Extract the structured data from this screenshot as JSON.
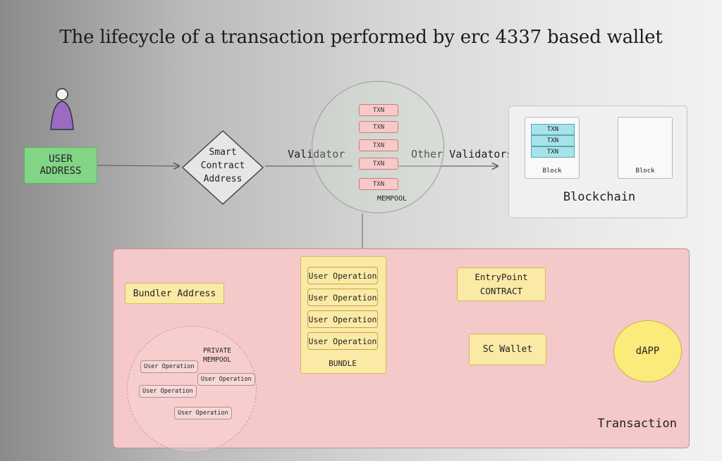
{
  "title": "The lifecycle of a transaction performed by erc 4337 based wallet",
  "nodes": {
    "user_address": "USER\nADDRESS",
    "smart_contract": "Smart\nContract\nAddress",
    "mempool_label": "MEMPOOL",
    "mempool_txns": [
      "TXN",
      "TXN",
      "TXN",
      "TXN",
      "TXN"
    ],
    "block_txns": [
      "TXN",
      "TXN",
      "TXN"
    ],
    "block1_label": "Block",
    "block2_label": "Block",
    "blockchain_label": "Blockchain",
    "bundler_address": "Bundler Address",
    "private_mempool_label": "PRIVATE\nMEMPOOL",
    "private_ops": [
      "User Operation",
      "User Operation",
      "User Operation",
      "User Operation"
    ],
    "bundle_ops": [
      "User Operation",
      "User Operation",
      "User Operation",
      "User Operation"
    ],
    "bundle_label": "BUNDLE",
    "entrypoint": "EntryPoint\nCONTRACT",
    "sc_wallet": "SC Wallet",
    "dapp": "dAPP",
    "transaction_label": "Transaction"
  },
  "edges": {
    "validator_label": "Validator",
    "other_validators_label": "Other Validators"
  },
  "colors": {
    "user_box": "#82d486",
    "txn_fill": "#f7c9c9",
    "block_txn_fill": "#a6e3ea",
    "transaction_panel": "#f5c9c9",
    "note_yellow": "#fbeaa5",
    "dapp_fill": "#fbeb7a",
    "person": "#9b6bc4"
  },
  "icons": {
    "person": "person-icon"
  }
}
